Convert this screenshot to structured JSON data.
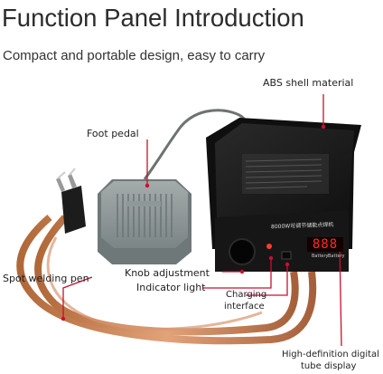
{
  "header": {
    "title": "Function Panel Introduction",
    "subtitle": "Compact and portable design, easy to carry"
  },
  "callouts": {
    "abs_shell": "ABS shell material",
    "foot_pedal": "Foot pedal",
    "spot_welding_pen": "Spot welding pen",
    "knob_adjustment": "Knob adjustment",
    "indicator_light": "Indicator light",
    "charging_interface_line1": "Charging",
    "charging_interface_line2": "interface",
    "display_line1": "High-definition digital",
    "display_line2": "tube display"
  },
  "device": {
    "front_label": "8000W可调节储能点焊机",
    "display_value": "888",
    "port_label": "Battery",
    "port_label_2": "Battery"
  },
  "colors": {
    "callout_red": "#c8102e",
    "device_body": "#1a1a1a",
    "pedal_gray": "#8a9494",
    "copper": "#c77a4e",
    "display_red": "#ff2a2a"
  }
}
